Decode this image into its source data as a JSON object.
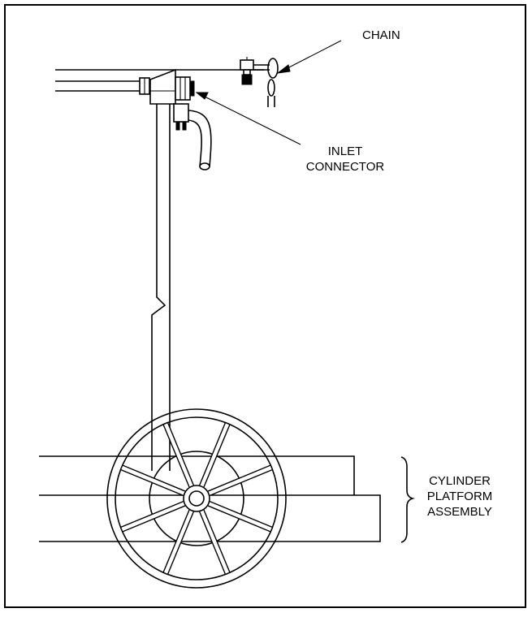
{
  "labels": {
    "chain": "CHAIN",
    "inlet_line1": "INLET",
    "inlet_line2": "CONNECTOR",
    "platform_line1": "CYLINDER",
    "platform_line2": "PLATFORM",
    "platform_line3": "ASSEMBLY"
  },
  "wheel": {
    "spokes": 8
  },
  "colors": {
    "ink": "#000000",
    "paper": "#ffffff"
  }
}
